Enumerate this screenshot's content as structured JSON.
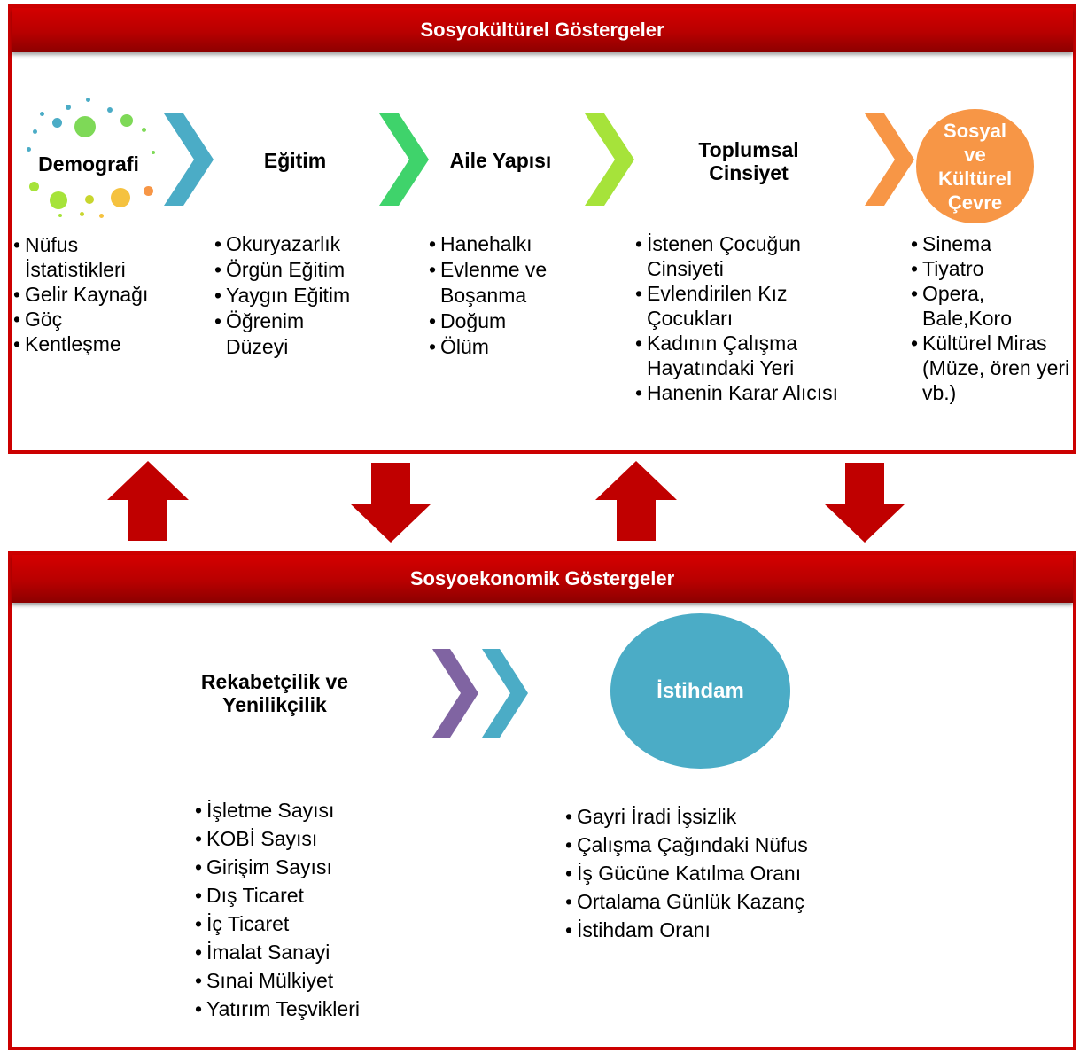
{
  "top": {
    "title": "Sosyokültürel Göstergeler",
    "categories": [
      {
        "label": "Demografi",
        "items": [
          "Nüfus İstatistikleri",
          "Gelir Kaynağı",
          "Göç",
          "Kentleşme"
        ]
      },
      {
        "label": "Eğitim",
        "items": [
          "Okuryazarlık",
          "Örgün Eğitim",
          "Yaygın Eğitim",
          "Öğrenim Düzeyi"
        ]
      },
      {
        "label": "Aile Yapısı",
        "items": [
          "Hanehalkı",
          "Evlenme ve Boşanma",
          "Doğum",
          "Ölüm"
        ]
      },
      {
        "label": "Toplumsal Cinsiyet",
        "items": [
          "İstenen Çocuğun Cinsiyeti",
          "Evlendirilen Kız Çocukları",
          "Kadının Çalışma Hayatındaki Yeri",
          "Hanenin Karar Alıcısı"
        ]
      },
      {
        "label": "Sosyal ve Kültürel Çevre",
        "items": [
          "Sinema",
          "Tiyatro",
          "Opera, Bale,Koro",
          "Kültürel Miras (Müze, ören yeri vb.)"
        ]
      }
    ]
  },
  "bottom": {
    "title": "Sosyoekonomik Göstergeler",
    "left": {
      "label": "Rekabetçilik ve Yenilikçilik",
      "items": [
        "İşletme Sayısı",
        "KOBİ Sayısı",
        "Girişim Sayısı",
        "Dış Ticaret",
        "İç Ticaret",
        "İmalat Sanayi",
        "Sınai Mülkiyet",
        "Yatırım Teşvikleri"
      ]
    },
    "right": {
      "label": "İstihdam",
      "items": [
        "Gayri İradi İşsizlik",
        "Çalışma Çağındaki Nüfus",
        "İş Gücüne Katılma Oranı",
        "Ortalama Günlük Kazanç",
        "İstihdam Oranı"
      ]
    }
  },
  "colors": {
    "header_red": "#c00000",
    "arrow_red": "#c00000",
    "chevron_teal": "#4bacc6",
    "chevron_green": "#3fd36b",
    "chevron_lime": "#a6e33a",
    "chevron_orange": "#f79646",
    "chevron_purple": "#8064a2",
    "circle_orange": "#f79646",
    "circle_teal": "#4bacc6"
  }
}
